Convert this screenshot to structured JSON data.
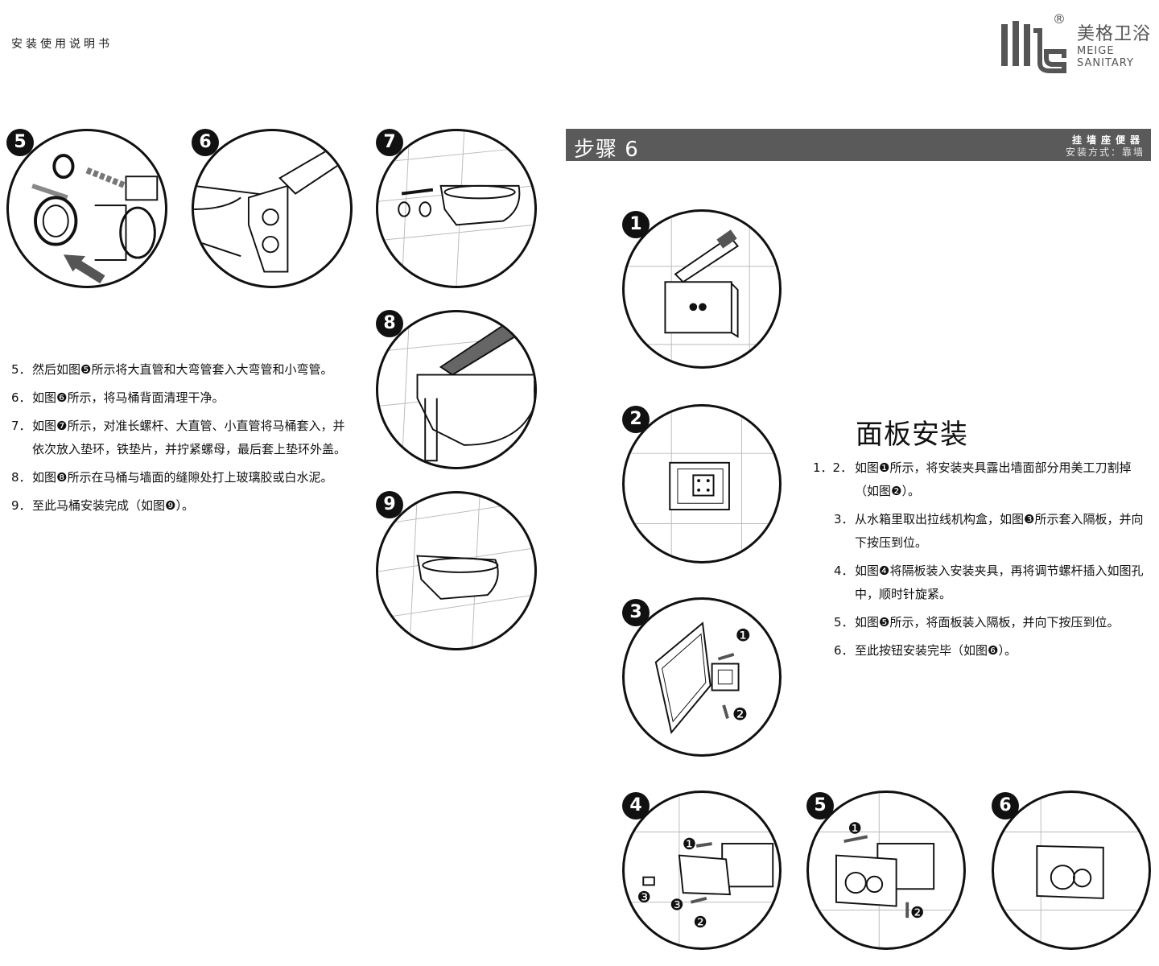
{
  "header": {
    "doc_title": "安装使用说明书",
    "brand_cn": "美格卫浴",
    "brand_en_1": "MEIGE",
    "brand_en_2": "SANITARY",
    "registered_mark": "®"
  },
  "step_bar": {
    "title": "步骤 6",
    "type": "挂墙座便器",
    "method": "安装方式：靠墙"
  },
  "left_figures": [
    {
      "label": "5",
      "icon": "pipe-fitting-illustration"
    },
    {
      "label": "6",
      "icon": "wipe-clean-illustration"
    },
    {
      "label": "7",
      "icon": "toilet-mount-illustration"
    },
    {
      "label": "8",
      "icon": "caulk-seal-illustration"
    },
    {
      "label": "9",
      "icon": "toilet-complete-illustration"
    }
  ],
  "left_steps": [
    {
      "num": "5．",
      "text": "然后如图❺所示将大直管和大弯管套入大弯管和小弯管。"
    },
    {
      "num": "6．",
      "text": "如图❻所示，将马桶背面清理干净。"
    },
    {
      "num": "7．",
      "text": "如图❼所示，对准长螺杆、大直管、小直管将马桶套入，并依次放入垫环，铁垫片，并拧紧螺母，最后套上垫环外盖。"
    },
    {
      "num": "8．",
      "text": "如图❽所示在马桶与墙面的缝隙处打上玻璃胶或白水泥。"
    },
    {
      "num": "9．",
      "text": "至此马桶安装完成（如图❾）。"
    }
  ],
  "right_figures": [
    {
      "label": "1",
      "icon": "cut-clamp-illustration"
    },
    {
      "label": "2",
      "icon": "trimmed-box-illustration"
    },
    {
      "label": "3",
      "icon": "insert-mechanism-illustration",
      "callouts": [
        "❶",
        "❷"
      ]
    },
    {
      "label": "4",
      "icon": "install-bracket-illustration",
      "callouts": [
        "❶",
        "❷",
        "❸",
        "❸"
      ]
    },
    {
      "label": "5",
      "icon": "attach-panel-illustration",
      "callouts": [
        "❶",
        "❷"
      ]
    },
    {
      "label": "6",
      "icon": "finished-button-illustration"
    }
  ],
  "panel_section": {
    "heading": "面板安装",
    "steps": [
      {
        "num": "1．2．",
        "text": "如图❶所示，将安装夹具露出墙面部分用美工刀割掉（如图❷）。"
      },
      {
        "num": "3．",
        "text": "从水箱里取出拉线机构盒，如图❸所示套入隔板，并向下按压到位。"
      },
      {
        "num": "4．",
        "text": "如图❹将隔板装入安装夹具，再将调节螺杆插入如图孔中，顺时针旋紧。"
      },
      {
        "num": "5．",
        "text": "如图❺所示，将面板装入隔板，并向下按压到位。"
      },
      {
        "num": "6．",
        "text": "至此按钮安装完毕（如图❻）。"
      }
    ]
  },
  "colors": {
    "bar": "#5a5a5a",
    "ink": "#111111",
    "logo": "#555555"
  }
}
